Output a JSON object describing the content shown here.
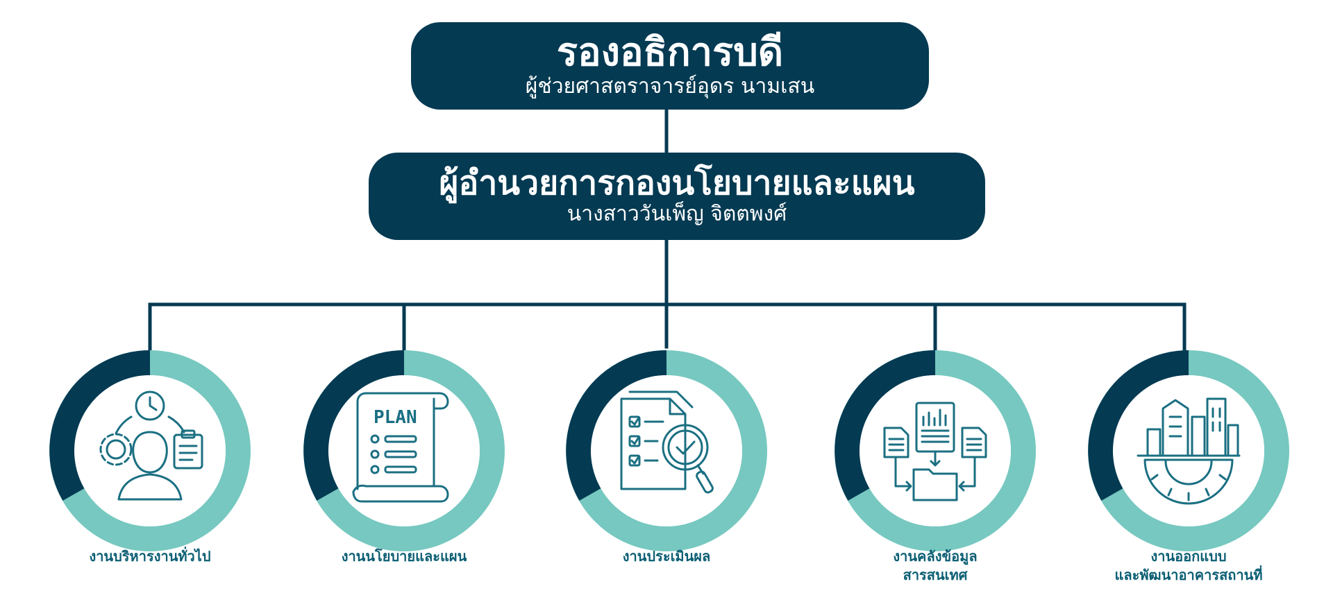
{
  "diagram": {
    "top_box": {
      "title": "รองอธิการบดี",
      "subtitle": "ผู้ช่วยศาสตราจารย์อุดร นามเสน"
    },
    "middle_box": {
      "title": "ผู้อำนวยการกองนโยบายและแผน",
      "subtitle": "นางสาววันเพ็ญ จิตตพงศ์"
    },
    "units": [
      {
        "icon": "person-gear-clock-clipboard-icon",
        "label_lines": [
          "งานบริหารงานทั่วไป"
        ]
      },
      {
        "icon": "plan-scroll-icon",
        "label_lines": [
          "งานนโยบายและแผน"
        ]
      },
      {
        "icon": "checklist-magnifier-icon",
        "label_lines": [
          "งานประเมินผล"
        ]
      },
      {
        "icon": "documents-folder-icon",
        "label_lines": [
          "งานคลังข้อมูล",
          "สารสนเทศ"
        ]
      },
      {
        "icon": "buildings-gear-icon",
        "label_lines": [
          "งานออกแบบ",
          "และพัฒนาอาคารสถานที่"
        ]
      }
    ],
    "colors": {
      "dark": "#043a52",
      "teal": "#76c8c0",
      "icon": "#1a6f82",
      "label": "#0b5e73"
    }
  }
}
